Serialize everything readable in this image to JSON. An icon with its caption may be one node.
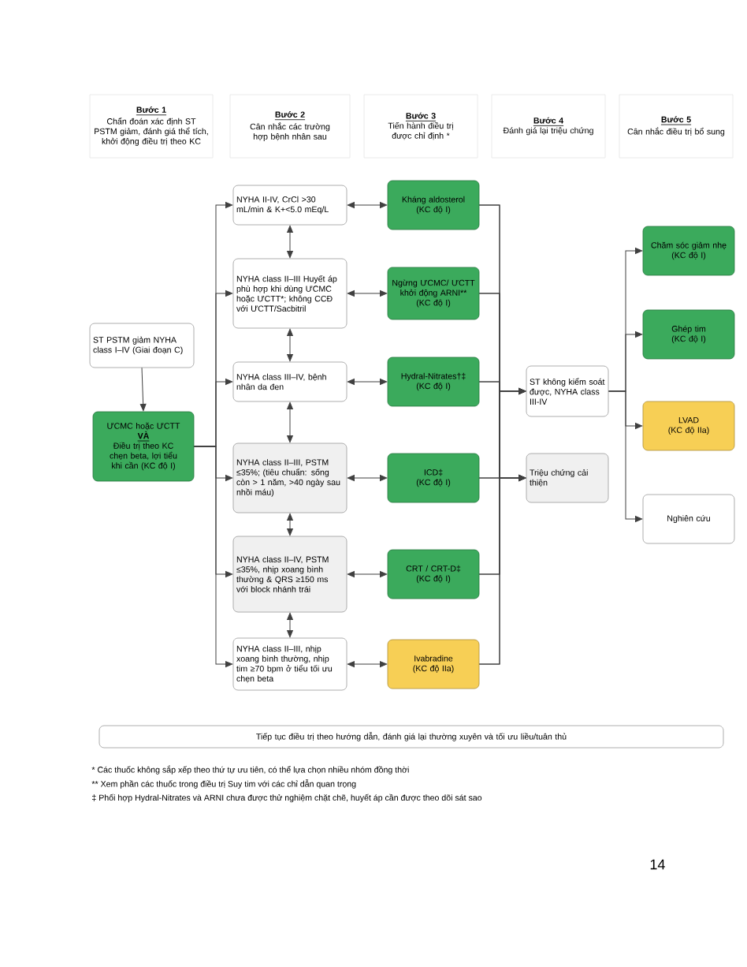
{
  "diagram": {
    "nodes": [
      {
        "text": [
          "Bước 1",
          "Chẩn đoán xác định ST PSTM giảm, đánh giá thể tích, khởi động điều trị theo KC"
        ]
      },
      {
        "text": [
          "Bước 2",
          "Cân nhắc các trường hợp bệnh nhân sau"
        ]
      },
      {
        "text": [
          "Bước 3",
          "Tiến hành điều trị được chỉ định *"
        ]
      },
      {
        "text": [
          "Bước 4",
          "Đánh giá lại triệu chứng"
        ]
      },
      {
        "text": [
          "Bước 5",
          "Cân nhắc điều trị bổ sung"
        ]
      },
      {
        "text": [
          "ST PSTM giảm NYHA class I–IV (Giai đoạn C)"
        ]
      },
      {
        "text": [
          "ƯCMC hoặc ƯCTT",
          "VÀ",
          "Điều trị theo KC chẹn beta, lợi tiểu khi cần (KC độ I)"
        ]
      },
      {
        "text": [
          "NYHA II-IV, CrCl >30 mL/min & K+<5.0 mEq/L"
        ]
      },
      {
        "text": [
          "NYHA class II–III Huyết áp phù hợp khi dùng ƯCMC hoặc ƯCTT*; không CCĐ với ƯCTT/Sacbitril"
        ]
      },
      {
        "text": [
          "NYHA class III–IV, bệnh nhân da đen"
        ]
      },
      {
        "text": [
          "NYHA class II–III, PSTM ≤35%; (tiêu chuẩn: sống còn > 1 năm, >40 ngày sau nhồi máu)"
        ]
      },
      {
        "text": [
          "NYHA class II–IV, PSTM ≤35%, nhịp xoang bình thường & QRS ≥150 ms với block nhánh trái"
        ]
      },
      {
        "text": [
          "NYHA class II–III, nhịp xoang bình thường, nhịp tim ≥70 bpm ở tiểu tối ưu chẹn beta"
        ]
      },
      {
        "text": [
          "Kháng aldosterol",
          "(KC độ I)"
        ]
      },
      {
        "text": [
          "Ngừng ƯCMC/ ƯCTT khởi động ARNI**",
          "(KC độ I)"
        ]
      },
      {
        "text": [
          "Hydral-Nitrates†‡",
          "(KC độ I)"
        ]
      },
      {
        "text": [
          "ICD‡",
          "(KC độ I)"
        ]
      },
      {
        "text": [
          "CRT / CRT-D‡",
          "(KC độ I)"
        ]
      },
      {
        "text": [
          "Ivabradine",
          "(KC độ IIa)"
        ]
      },
      {
        "text": [
          "ST không kiểm soát được, NYHA class III-IV"
        ]
      },
      {
        "text": [
          "Triệu chứng cải thiện"
        ]
      },
      {
        "text": [
          "Chăm sóc giảm nhẹ",
          "(KC độ I)"
        ]
      },
      {
        "text": [
          "Ghép tim",
          "(KC độ I)"
        ]
      },
      {
        "text": [
          "LVAD",
          "(KC độ IIa)"
        ]
      },
      {
        "text": [
          "Nghiên cứu"
        ]
      },
      {
        "text": [
          "Tiếp tục điều trị theo hướng dẫn, đánh giá lại thường xuyên và tối ưu liều/tuân thủ"
        ]
      }
    ],
    "edges": [
      {
        "from": 5,
        "to": 6,
        "arrow": "to"
      },
      {
        "from": 6,
        "to": 7,
        "arrow": "to"
      },
      {
        "from": 6,
        "to": 8,
        "arrow": "to"
      },
      {
        "from": 6,
        "to": 9,
        "arrow": "to"
      },
      {
        "from": 6,
        "to": 10,
        "arrow": "to"
      },
      {
        "from": 6,
        "to": 11,
        "arrow": "to"
      },
      {
        "from": 6,
        "to": 12,
        "arrow": "to"
      },
      {
        "from": 7,
        "to": 8,
        "arrow": "both"
      },
      {
        "from": 8,
        "to": 9,
        "arrow": "both"
      },
      {
        "from": 9,
        "to": 10,
        "arrow": "both"
      },
      {
        "from": 10,
        "to": 11,
        "arrow": "both"
      },
      {
        "from": 11,
        "to": 12,
        "arrow": "both"
      },
      {
        "from": 7,
        "to": 13,
        "arrow": "both"
      },
      {
        "from": 8,
        "to": 14,
        "arrow": "both"
      },
      {
        "from": 9,
        "to": 15,
        "arrow": "both"
      },
      {
        "from": 10,
        "to": 16,
        "arrow": "both"
      },
      {
        "from": 11,
        "to": 17,
        "arrow": "both"
      },
      {
        "from": 12,
        "to": 18,
        "arrow": "both"
      },
      {
        "from": 13,
        "to": 19,
        "arrow": "to"
      },
      {
        "from": 13,
        "to": 20,
        "arrow": "to"
      },
      {
        "from": 14,
        "to": 19,
        "arrow": "to"
      },
      {
        "from": 14,
        "to": 20,
        "arrow": "to"
      },
      {
        "from": 15,
        "to": 19,
        "arrow": "to"
      },
      {
        "from": 15,
        "to": 20,
        "arrow": "to"
      },
      {
        "from": 16,
        "to": 19,
        "arrow": "to"
      },
      {
        "from": 16,
        "to": 20,
        "arrow": "to"
      },
      {
        "from": 17,
        "to": 19,
        "arrow": "to"
      },
      {
        "from": 17,
        "to": 20,
        "arrow": "to"
      },
      {
        "from": 18,
        "to": 19,
        "arrow": "to"
      },
      {
        "from": 18,
        "to": 20,
        "arrow": "to"
      },
      {
        "from": 19,
        "to": 21,
        "arrow": "to"
      },
      {
        "from": 19,
        "to": 22,
        "arrow": "to"
      },
      {
        "from": 19,
        "to": 23,
        "arrow": "to"
      },
      {
        "from": 19,
        "to": 24,
        "arrow": "to"
      }
    ],
    "labels": [
      "* Các thuốc không sắp xếp theo thứ tự ưu tiên, có thể lựa chọn nhiều nhóm đồng thời",
      "** Xem phần các thuốc trong điều trị Suy tim với các chỉ dẫn quan trọng",
      "‡ Phối hợp Hydral-Nitrates và ARNI chưa được thử nghiệm chặt chẽ, huyết áp cần được theo dõi sát sao",
      "14"
    ]
  }
}
